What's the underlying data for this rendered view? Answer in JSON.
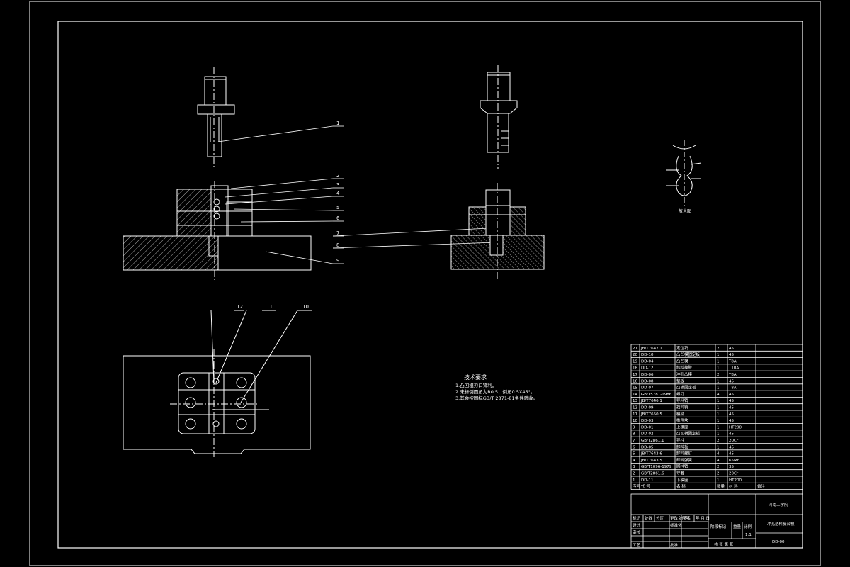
{
  "drawing": {
    "balloons": [
      "1",
      "2",
      "3",
      "4",
      "5",
      "6",
      "7",
      "8",
      "9"
    ],
    "plan_balloons": [
      "12",
      "11",
      "10"
    ],
    "detail_label": "放大图"
  },
  "tech_notes": {
    "title": "技术要求",
    "items": [
      "1.凸凹模刃口锋利。",
      "2.未标倒圆角为R0.5，倒角0.5X45°。",
      "3.其余按国标GB/T 2871-81条件验收。"
    ]
  },
  "bom": {
    "rows": [
      {
        "no": "21",
        "code": "JB/T7647.1",
        "name": "定位销",
        "qty": "2",
        "mat": "45",
        "note": ""
      },
      {
        "no": "20",
        "code": "DD-10",
        "name": "凸凹模固定板",
        "qty": "1",
        "mat": "45",
        "note": ""
      },
      {
        "no": "19",
        "code": "DD-04",
        "name": "凸凹模",
        "qty": "1",
        "mat": "T8A",
        "note": ""
      },
      {
        "no": "18",
        "code": "DD-12",
        "name": "卸料橡胶",
        "qty": "1",
        "mat": "T10A",
        "note": ""
      },
      {
        "no": "17",
        "code": "DD-06",
        "name": "冲孔凸模",
        "qty": "2",
        "mat": "T8A",
        "note": ""
      },
      {
        "no": "16",
        "code": "DD-08",
        "name": "垫板",
        "qty": "1",
        "mat": "45",
        "note": ""
      },
      {
        "no": "15",
        "code": "DD-07",
        "name": "凸模固定板",
        "qty": "1",
        "mat": "T8A",
        "note": ""
      },
      {
        "no": "14",
        "code": "GB/T5781-1986",
        "name": "螺钉",
        "qty": "4",
        "mat": "45",
        "note": ""
      },
      {
        "no": "13",
        "code": "JB/T7646.1",
        "name": "导料销",
        "qty": "1",
        "mat": "45",
        "note": ""
      },
      {
        "no": "12",
        "code": "DD-09",
        "name": "挡料销",
        "qty": "1",
        "mat": "45",
        "note": ""
      },
      {
        "no": "11",
        "code": "JB/T7650.5",
        "name": "模柄",
        "qty": "1",
        "mat": "45",
        "note": ""
      },
      {
        "no": "10",
        "code": "DD-03",
        "name": "推件块",
        "qty": "1",
        "mat": "45",
        "note": ""
      },
      {
        "no": "9",
        "code": "DD-01",
        "name": "上模座",
        "qty": "1",
        "mat": "HT200",
        "note": ""
      },
      {
        "no": "8",
        "code": "DD-02",
        "name": "凸凹模固定板",
        "qty": "1",
        "mat": "45",
        "note": ""
      },
      {
        "no": "7",
        "code": "GB/T2861.1",
        "name": "导柱",
        "qty": "2",
        "mat": "20Cr",
        "note": ""
      },
      {
        "no": "6",
        "code": "DD-05",
        "name": "卸料板",
        "qty": "1",
        "mat": "45",
        "note": ""
      },
      {
        "no": "5",
        "code": "JB/T7643.6",
        "name": "卸料螺钉",
        "qty": "4",
        "mat": "45",
        "note": ""
      },
      {
        "no": "4",
        "code": "JB/T7643.5",
        "name": "卸料弹簧",
        "qty": "4",
        "mat": "65Mn",
        "note": ""
      },
      {
        "no": "3",
        "code": "GB/T1096-1979",
        "name": "圆柱销",
        "qty": "2",
        "mat": "35",
        "note": ""
      },
      {
        "no": "2",
        "code": "GB/T2861.6",
        "name": "导套",
        "qty": "2",
        "mat": "20Cr",
        "note": ""
      },
      {
        "no": "1",
        "code": "DD-11",
        "name": "下模座",
        "qty": "1",
        "mat": "HT200",
        "note": ""
      }
    ],
    "header": {
      "no": "序号",
      "code": "代  号",
      "name": "名  称",
      "qty": "数量",
      "mat": "材  料",
      "note": "备注"
    }
  },
  "title_block": {
    "school": "河南工学院",
    "drawing_name": "冲孔落料复合模",
    "scale_label": "比例",
    "scale": "1:1",
    "drawing_no": "DD-00",
    "labels": {
      "mark": "标记",
      "count": "处数",
      "zone": "分区",
      "change_doc": "更改文件号",
      "sign": "签名",
      "date": "年 月 日",
      "design": "设计",
      "standard": "标准化",
      "stage": "阶段标记",
      "weight": "重量",
      "check": "审核",
      "process": "工艺",
      "approve": "批准",
      "sheets": "共  张  第  张"
    }
  }
}
